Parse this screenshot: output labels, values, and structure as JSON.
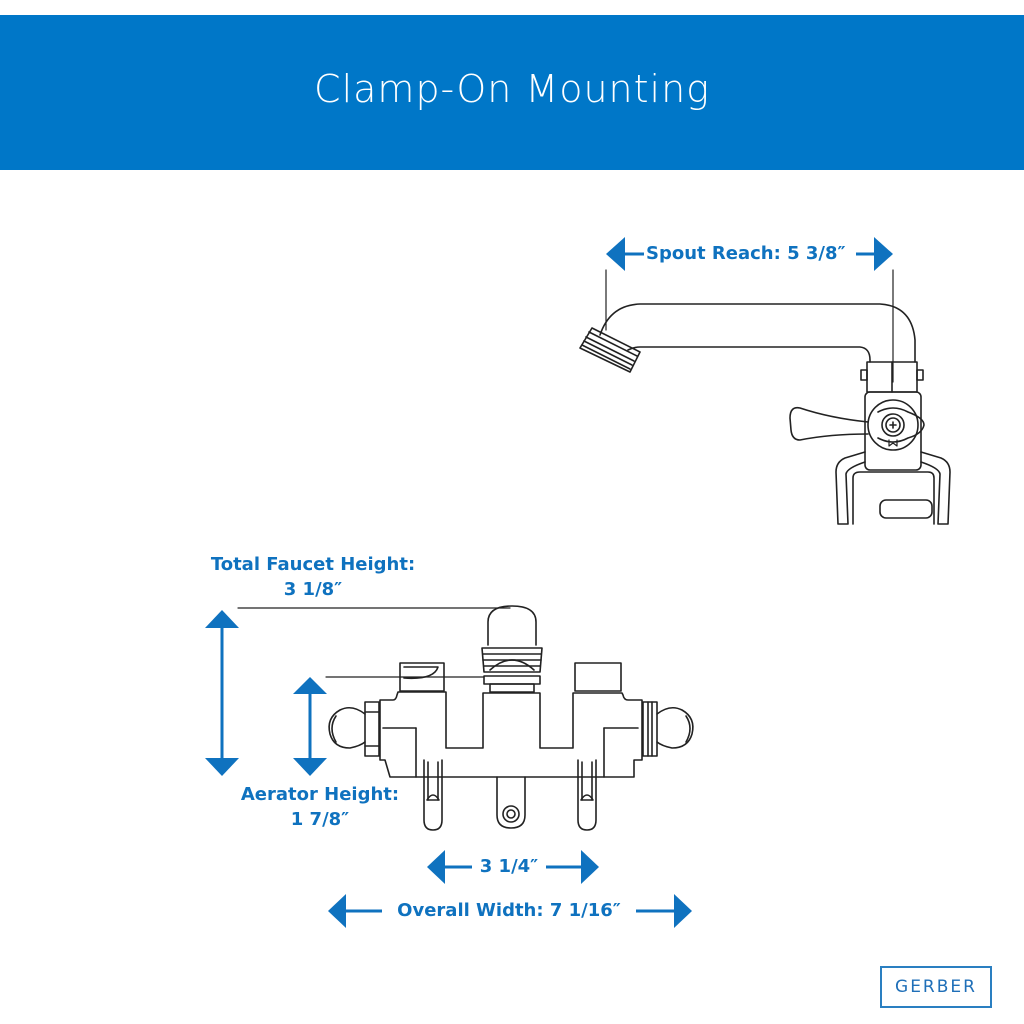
{
  "header": {
    "title": "Clamp-On Mounting"
  },
  "dimensions": {
    "spout_reach": "Spout Reach: 5 3/8″",
    "total_height_label": "Total Faucet Height:",
    "total_height_value": "3 1/8″",
    "aerator_height_label": "Aerator Height:",
    "aerator_height_value": "1 7/8″",
    "center_width": "3 1/4″",
    "overall_width": "Overall Width: 7 1/16″"
  },
  "brand": {
    "logo_text": "GERBER"
  },
  "colors": {
    "banner": "#0077c8",
    "dimension_blue": "#0f72bf",
    "line_art": "#222222"
  }
}
